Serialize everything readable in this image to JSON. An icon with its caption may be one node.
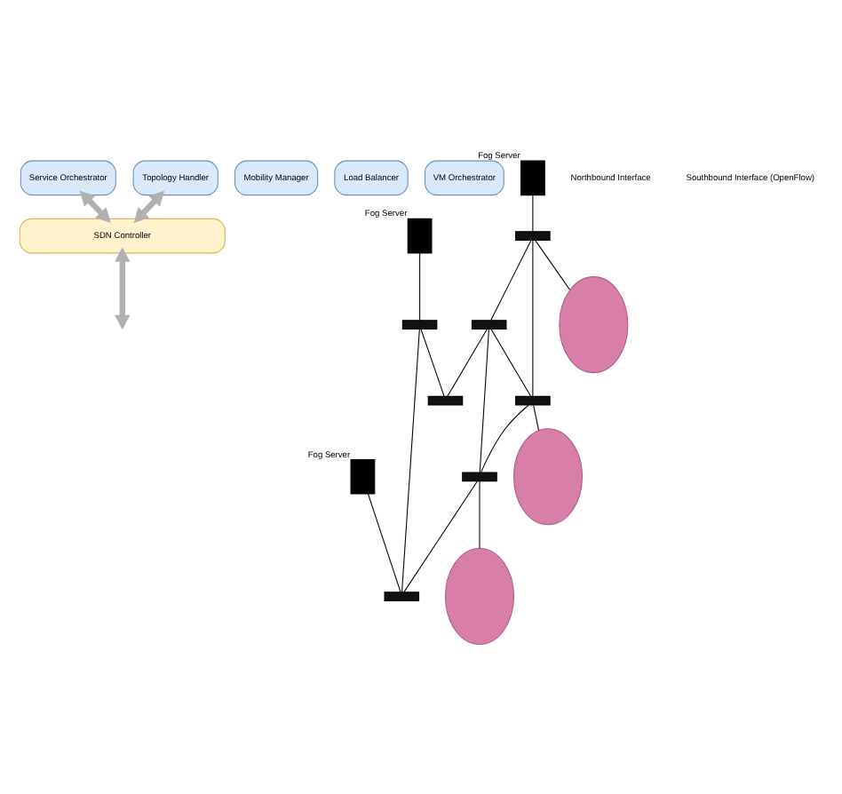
{
  "diagram": {
    "nodes": [
      {
        "text": [
          "Service Orchestrator"
        ]
      },
      {
        "text": [
          "Mobility Manager"
        ]
      },
      {
        "text": [
          "Load Balancer"
        ]
      },
      {
        "text": [
          "Topology Handler"
        ]
      },
      {
        "text": [
          "VM Orchestrator"
        ]
      },
      {
        "text": [
          "SDN Controller"
        ]
      },
      {
        "text": [],
        "shape": "server",
        "beside": [
          "Fog Server"
        ]
      },
      {
        "text": [],
        "shape": "server",
        "beside": [
          "Fog Server"
        ]
      },
      {
        "text": [],
        "shape": "server",
        "beside": [
          "Fog Server"
        ]
      },
      {
        "text": [],
        "shape": "switch"
      },
      {
        "text": [],
        "shape": "switch"
      },
      {
        "text": [],
        "shape": "switch"
      },
      {
        "text": [],
        "shape": "switch"
      },
      {
        "text": [],
        "shape": "switch"
      },
      {
        "text": [],
        "shape": "switch"
      },
      {
        "text": [],
        "shape": "switch"
      },
      {
        "text": [],
        "shape": "ellipse"
      },
      {
        "text": [],
        "shape": "ellipse"
      },
      {
        "text": [],
        "shape": "ellipse"
      }
    ],
    "edges": [
      {
        "from": 0,
        "to": 5,
        "arrow": "both",
        "style": "thick",
        "color": "#b0b0b0"
      },
      {
        "from": 3,
        "to": 5,
        "arrow": "both",
        "style": "thick",
        "color": "#b0b0b0"
      },
      {
        "from": 5,
        "to": null,
        "arrow": "both",
        "style": "thick",
        "color": "#b0b0b0"
      },
      {
        "from": 6,
        "to": 11,
        "arrow": "none"
      },
      {
        "from": 7,
        "to": 9,
        "arrow": "none"
      },
      {
        "from": 9,
        "to": 12,
        "arrow": "none"
      },
      {
        "from": 9,
        "to": 15,
        "arrow": "none"
      },
      {
        "from": 10,
        "to": 12,
        "arrow": "none"
      },
      {
        "from": 10,
        "to": 14,
        "arrow": "none"
      },
      {
        "from": 10,
        "to": 13,
        "arrow": "none"
      },
      {
        "from": 11,
        "to": 10,
        "arrow": "none"
      },
      {
        "from": 11,
        "to": 13,
        "arrow": "none"
      },
      {
        "from": 13,
        "to": 14,
        "arrow": "none"
      },
      {
        "from": 14,
        "to": 15,
        "arrow": "none"
      },
      {
        "from": 8,
        "to": 15,
        "arrow": "none"
      },
      {
        "from": 11,
        "to": 16,
        "arrow": "none"
      },
      {
        "from": 13,
        "to": 17,
        "arrow": "none"
      },
      {
        "from": 14,
        "to": 18,
        "arrow": "none"
      }
    ],
    "labels": [
      "Northbound Interface",
      "Southbound Interface (OpenFlow)"
    ]
  }
}
